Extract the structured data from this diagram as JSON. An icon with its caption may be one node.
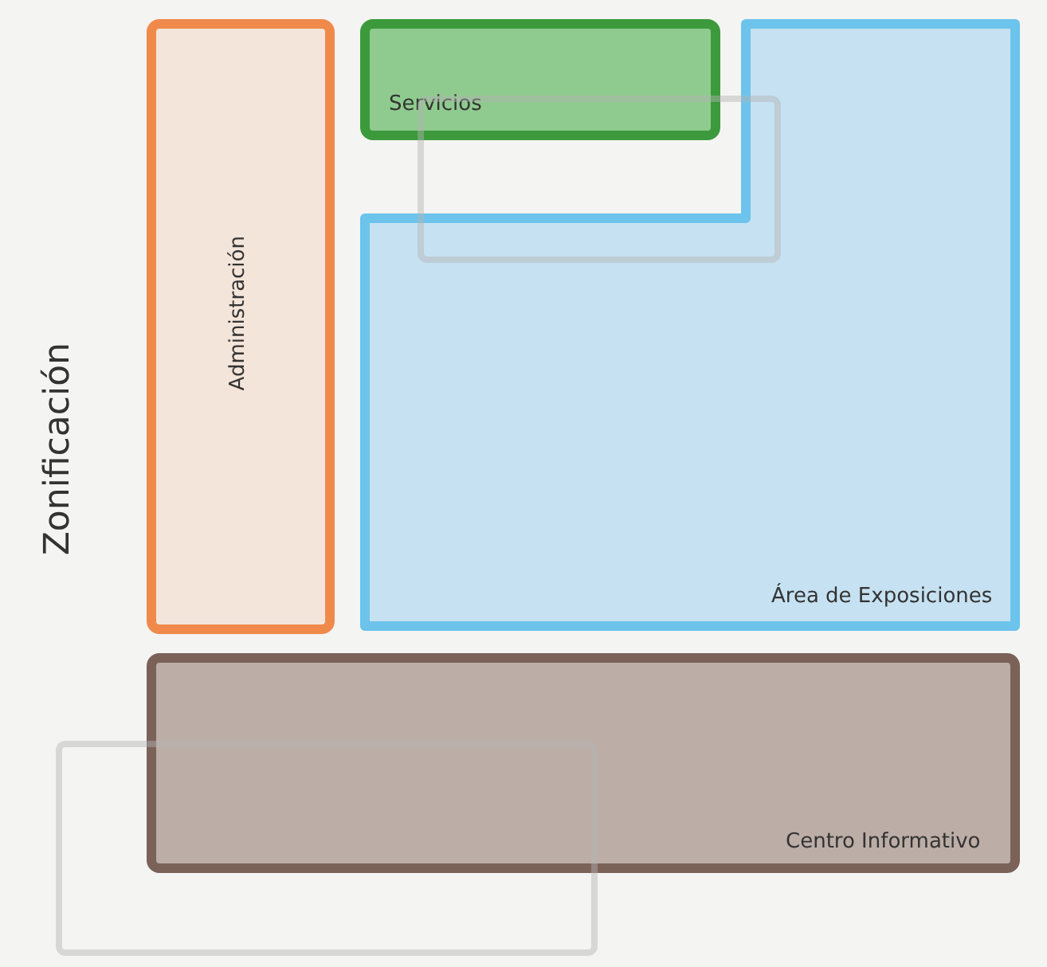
{
  "diagram": {
    "title": "Zonificación",
    "nodes": [
      {
        "text": [
          "Administración"
        ]
      },
      {
        "text": [
          "Servicios"
        ]
      },
      {
        "text": [],
        "shape": "box"
      },
      {
        "text": [
          "Área de Exposiciones"
        ]
      },
      {
        "text": [
          "Centro Informativo"
        ]
      },
      {
        "text": [],
        "shape": "box"
      }
    ]
  }
}
